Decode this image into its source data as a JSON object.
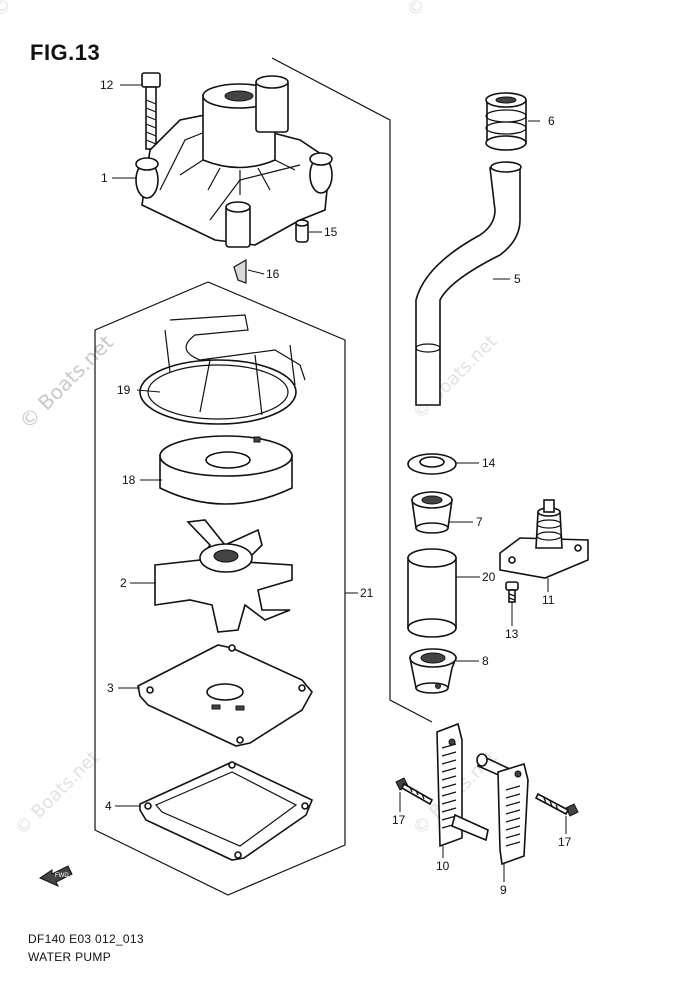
{
  "figure_label": "FIG.13",
  "model_code": "DF140 E03 012_013",
  "diagram_title": "WATER PUMP",
  "watermarks": [
    "© Boats.net",
    "© Boats.net",
    "© Boats.net",
    "© Boats.net",
    "© Boats.net",
    "© Boats.net"
  ],
  "forward_badge": "FWD",
  "callouts": {
    "c1": "1",
    "c2": "2",
    "c3": "3",
    "c4": "4",
    "c5": "5",
    "c6": "6",
    "c7": "7",
    "c8": "8",
    "c9": "9",
    "c10": "10",
    "c11": "11",
    "c12": "12",
    "c13": "13",
    "c14": "14",
    "c15": "15",
    "c16": "16",
    "c17a": "17",
    "c17b": "17",
    "c18": "18",
    "c19": "19",
    "c20": "20",
    "c21": "21"
  }
}
